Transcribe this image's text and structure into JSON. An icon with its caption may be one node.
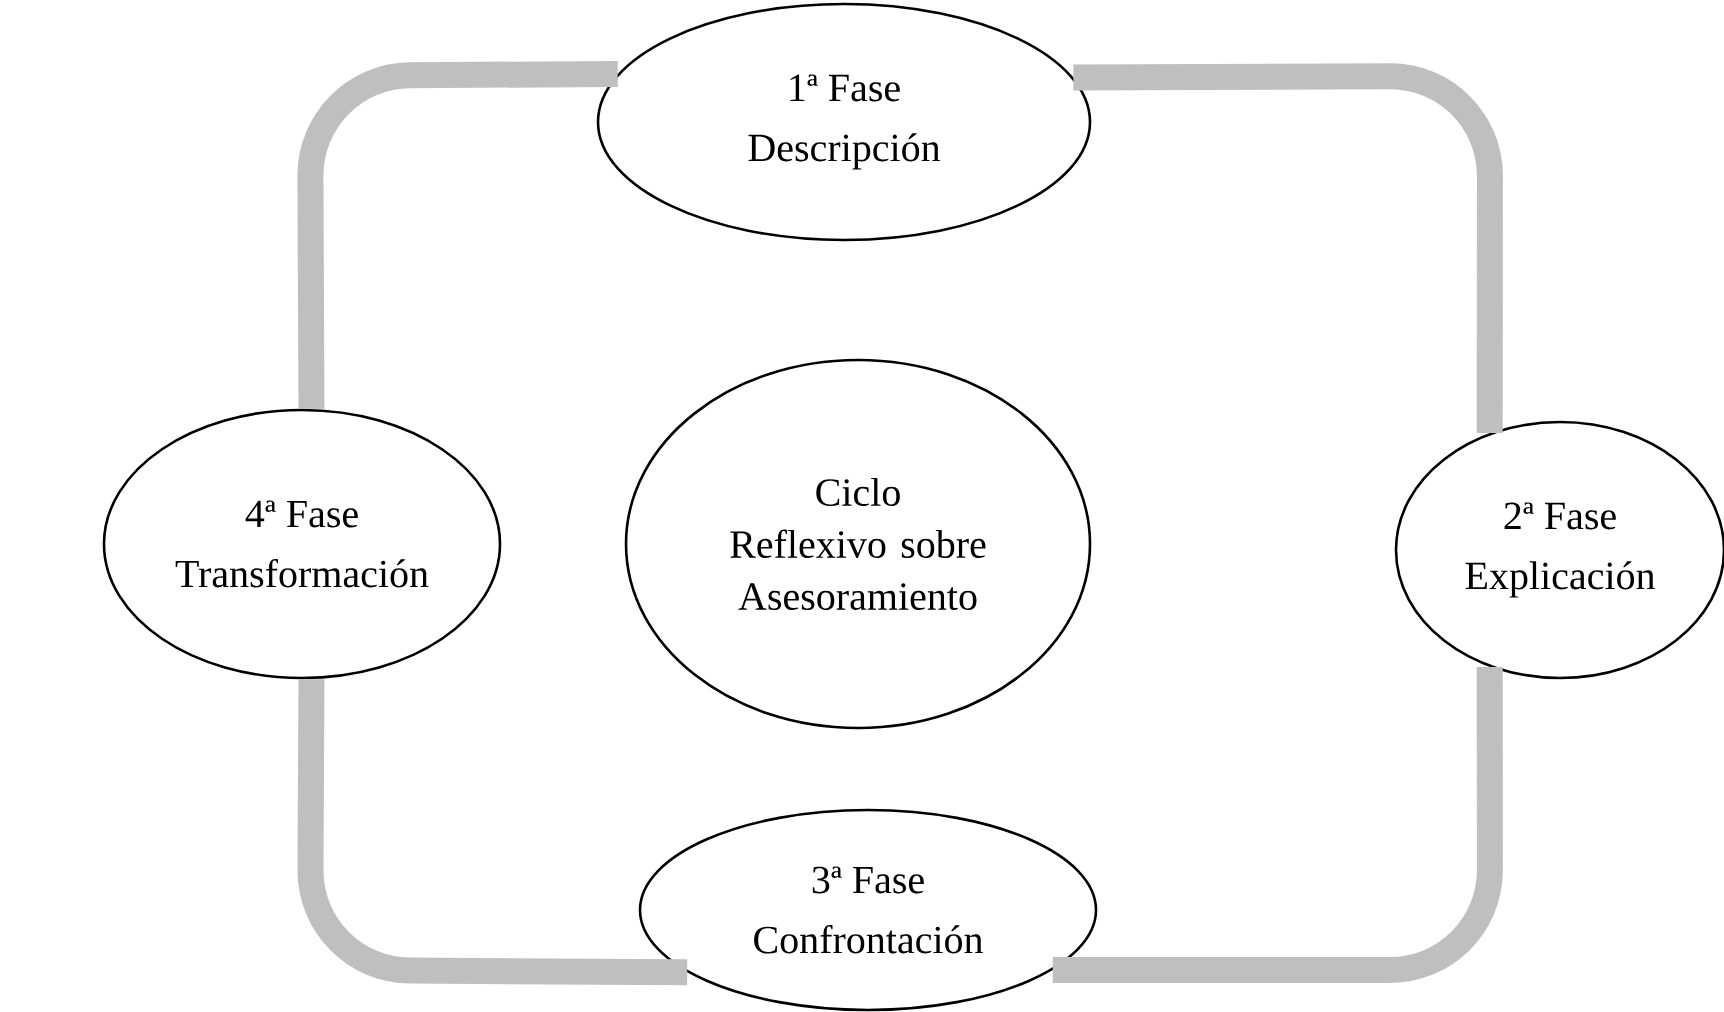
{
  "diagram": {
    "nodes": [
      {
        "text": [
          "1ª Fase",
          "Descripción"
        ]
      },
      {
        "text": [
          "2ª Fase",
          "Explicación"
        ]
      },
      {
        "text": [
          "3ª Fase",
          "Confrontación"
        ]
      },
      {
        "text": [
          "4ª Fase",
          "Transformación"
        ]
      },
      {
        "text": [
          "Ciclo Reflexivo sobre Asesoramiento"
        ]
      }
    ],
    "edges": [
      {
        "from": 0,
        "to": 1,
        "arrow": "none"
      },
      {
        "from": 1,
        "to": 2,
        "arrow": "none"
      },
      {
        "from": 2,
        "to": 3,
        "arrow": "none"
      },
      {
        "from": 3,
        "to": 0,
        "arrow": "none"
      }
    ]
  }
}
